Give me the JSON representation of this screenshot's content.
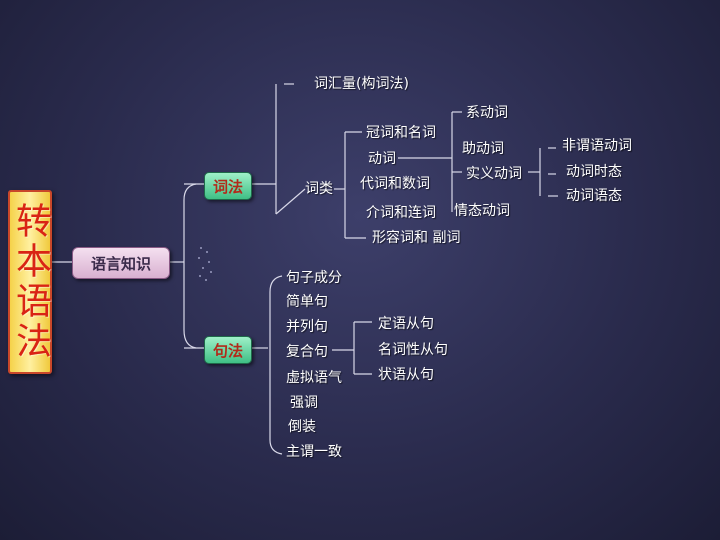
{
  "title": "转本语法",
  "root": "语言知识",
  "branches": {
    "cifa": "词法",
    "jufa": "句法"
  },
  "cifa": {
    "vocab": "词汇量(构词法)",
    "cilei": "词类",
    "cilei_items": {
      "noun": "冠词和名词",
      "verb": "动词",
      "pron": "代词和数词",
      "prep": "介词和连词",
      "adj": "形容词和 副词"
    },
    "verb_types": {
      "linking": "系动词",
      "aux": "助动词",
      "notional": "实义动词",
      "modal": "情态动词"
    },
    "notional_items": {
      "nonfinite": "非谓语动词",
      "tense": "动词时态",
      "voice": "动词语态"
    }
  },
  "jufa": {
    "items": {
      "components": "句子成分",
      "simple": "简单句",
      "compound": "并列句",
      "complex": "复合句",
      "subjunctive": "虚拟语气",
      "emphasis": "强调",
      "inversion": "倒装",
      "agreement": "主谓一致"
    },
    "clauses": {
      "attributive": "定语从句",
      "nominal": "名词性从句",
      "adverbial": "状语从句"
    }
  }
}
